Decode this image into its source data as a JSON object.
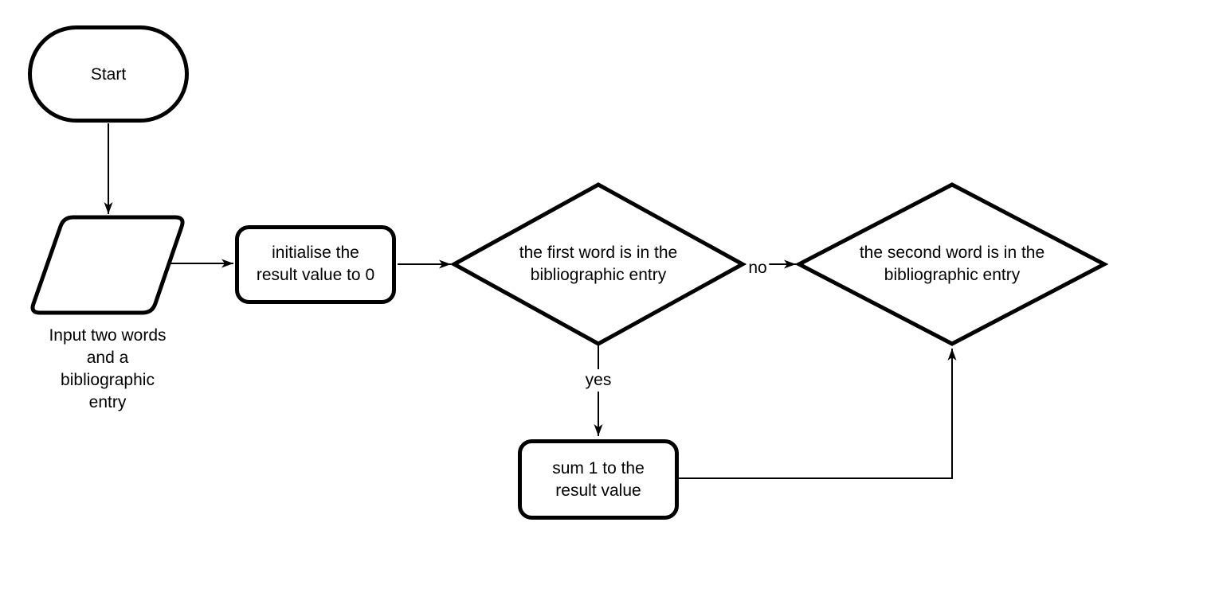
{
  "colors": {
    "background": "#ffffff",
    "stroke": "#000000",
    "text": "#000000"
  },
  "flowchart": {
    "nodes": {
      "start": {
        "type": "terminator",
        "label": "Start"
      },
      "input": {
        "type": "data-input",
        "label": "Input two words\nand a\nbibliographic\nentry"
      },
      "init": {
        "type": "process",
        "label": "initialise the\nresult value to 0"
      },
      "decision_first": {
        "type": "decision",
        "label": "the first word is in the\nbibliographic entry"
      },
      "decision_second": {
        "type": "decision",
        "label": "the second word is in the\nbibliographic entry"
      },
      "sum": {
        "type": "process",
        "label": "sum 1 to the\nresult value"
      }
    },
    "edges": {
      "start_to_input": {
        "label": ""
      },
      "input_to_init": {
        "label": ""
      },
      "init_to_first": {
        "label": ""
      },
      "first_to_second": {
        "label": "no"
      },
      "first_to_sum": {
        "label": "yes"
      },
      "sum_to_second": {
        "label": ""
      }
    }
  }
}
